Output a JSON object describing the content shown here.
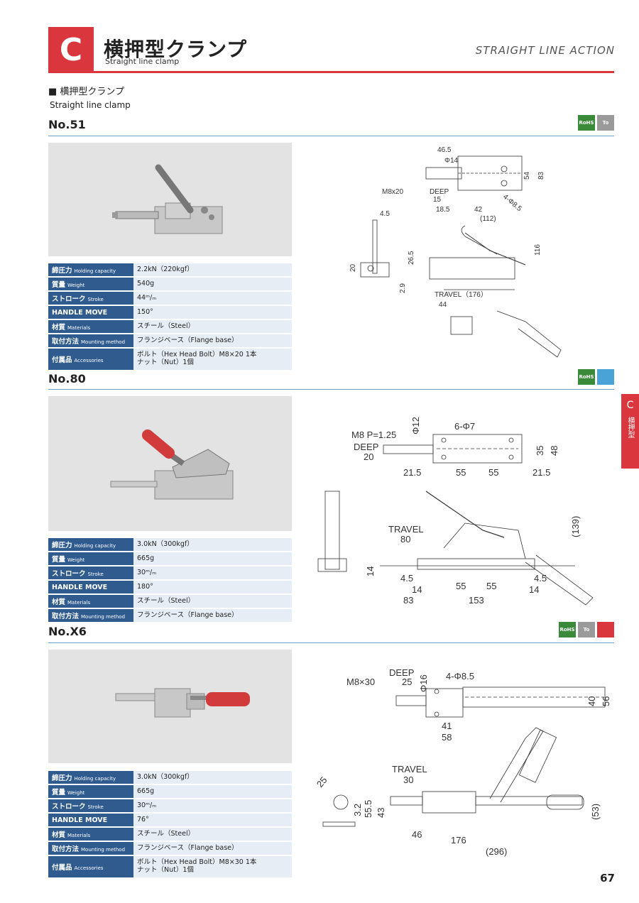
{
  "header": {
    "letter": "C",
    "title": "横押型クランプ",
    "subtitle": "Straight line clamp",
    "right_label": "STRAIGHT LINE ACTION"
  },
  "side_tab": {
    "letter": "C",
    "label": "横押型"
  },
  "section": {
    "title": "■ 横押型クランプ",
    "title_en": "Straight line clamp"
  },
  "page_number": "67",
  "badges": {
    "rohs": "RoHS",
    "to": "To"
  },
  "products": [
    {
      "model": "No.51",
      "specs": [
        {
          "label": "締圧力",
          "label_en": "Holding capacity",
          "value": "2.2kN（220kgf）"
        },
        {
          "label": "質量",
          "label_en": "Weight",
          "value": "540g"
        },
        {
          "label": "ストローク",
          "label_en": "Stroke",
          "value": "44ᵐ/ₘ"
        },
        {
          "label": "HANDLE MOVE",
          "label_en": "",
          "value": "150°"
        },
        {
          "label": "材質",
          "label_en": "Materials",
          "value": "スチール（Steel）"
        },
        {
          "label": "取付方法",
          "label_en": "Mounting method",
          "value": "フランジベース（Flange base）"
        },
        {
          "label": "付属品",
          "label_en": "Accessories",
          "value": "ボルト（Hex Head Bolt）M8×20 1本",
          "value2": "ナット（Nut）1個"
        }
      ],
      "dims": {
        "d1": "46.5",
        "d2": "Φ14",
        "d3": "M8x20",
        "d4": "DEEP",
        "d5": "15",
        "d6": "18.5",
        "d7": "42",
        "d8": "4-Φ8.5",
        "d9": "54",
        "d10": "83",
        "d11": "(112)",
        "d12": "4.5",
        "d13": "116",
        "d14": "26.5",
        "d15": "20",
        "d16": "2.9",
        "d17": "TRAVEL（176）",
        "d18": "44"
      }
    },
    {
      "model": "No.80",
      "specs": [
        {
          "label": "締圧力",
          "label_en": "Holding capacity",
          "value": "3.0kN（300kgf）"
        },
        {
          "label": "質量",
          "label_en": "Weight",
          "value": "665g"
        },
        {
          "label": "ストローク",
          "label_en": "Stroke",
          "value": "30ᵐ/ₘ"
        },
        {
          "label": "HANDLE MOVE",
          "label_en": "",
          "value": "180°"
        },
        {
          "label": "材質",
          "label_en": "Materials",
          "value": "スチール（Steel）"
        },
        {
          "label": "取付方法",
          "label_en": "Mounting method",
          "value": "フランジベース（Flange base）"
        }
      ],
      "dims": {
        "d1": "Φ12",
        "d2": "6-Φ7",
        "d3": "M8 P=1.25",
        "d4": "DEEP",
        "d5": "20",
        "d6": "21.5",
        "d7": "55",
        "d8": "55",
        "d9": "21.5",
        "d10": "35",
        "d11": "48",
        "d12": "TRAVEL",
        "d13": "80",
        "d14": "(139)",
        "d15": "14",
        "d16": "4.5",
        "d17": "14",
        "d18": "55",
        "d19": "55",
        "d20": "4.5",
        "d21": "14",
        "d22": "83",
        "d23": "153"
      }
    },
    {
      "model": "No.X6",
      "specs": [
        {
          "label": "締圧力",
          "label_en": "Holding capacity",
          "value": "3.0kN（300kgf）"
        },
        {
          "label": "質量",
          "label_en": "Weight",
          "value": "665g"
        },
        {
          "label": "ストローク",
          "label_en": "Stroke",
          "value": "30ᵐ/ₘ"
        },
        {
          "label": "HANDLE MOVE",
          "label_en": "",
          "value": "76°"
        },
        {
          "label": "材質",
          "label_en": "Materials",
          "value": "スチール（Steel）"
        },
        {
          "label": "取付方法",
          "label_en": "Mounting method",
          "value": "フランジベース（Flange base）"
        },
        {
          "label": "付属品",
          "label_en": "Accessories",
          "value": "ボルト（Hex Head Bolt）M8×30 1本",
          "value2": "ナット（Nut）1個"
        }
      ],
      "dims": {
        "d1": "DEEP",
        "d2": "25",
        "d3": "Φ16",
        "d4": "4-Φ8.5",
        "d5": "M8×30",
        "d6": "40",
        "d7": "56",
        "d8": "41",
        "d9": "58",
        "d10": "TRAVEL",
        "d11": "30",
        "d12": "25",
        "d13": "55.5",
        "d14": "43",
        "d15": "3.2",
        "d16": "46",
        "d17": "176",
        "d18": "(296)",
        "d19": "(53)"
      }
    }
  ]
}
